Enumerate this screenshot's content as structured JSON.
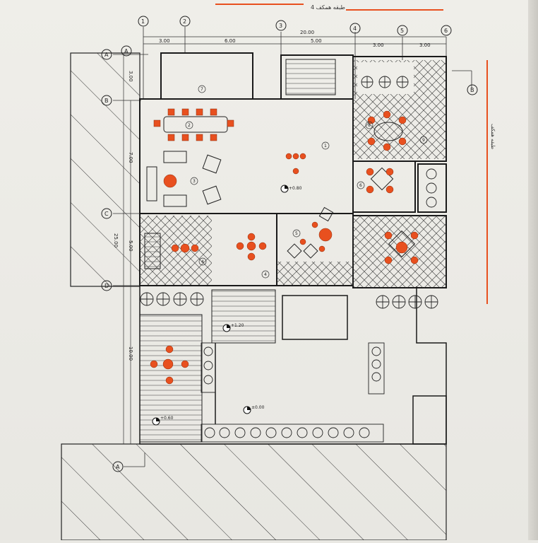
{
  "colors": {
    "paper": "#efeee9",
    "ink": "#1f1f1f",
    "accent": "#e8501f",
    "furniture": "#e8501f"
  },
  "title": "4 طبقه همکف",
  "side_title": "طبقه همکف",
  "grid_columns": [
    "1",
    "2",
    "3",
    "4",
    "5",
    "6"
  ],
  "grid_rows": [
    "A",
    "A",
    "B",
    "B",
    "C",
    "D",
    "A"
  ],
  "dimensions": {
    "top_total": "20.00",
    "top_segments": [
      "3.00",
      "6.00",
      "5.00",
      "3.00",
      "3.00"
    ],
    "left_total": "25.00",
    "left_segments": [
      "3.00",
      "7.00",
      "5.00",
      "10.00"
    ]
  },
  "elevations": [
    "+0.80",
    "+1.20",
    "+0.60",
    "±0.00"
  ],
  "room_numbers": [
    "1",
    "2",
    "3",
    "4",
    "4",
    "5",
    "6",
    "7",
    "8",
    "9"
  ],
  "icons": [
    "plant-icon",
    "chair-icon",
    "table-icon",
    "elevation-marker-icon",
    "stairs-icon",
    "grid-bubble-icon"
  ]
}
